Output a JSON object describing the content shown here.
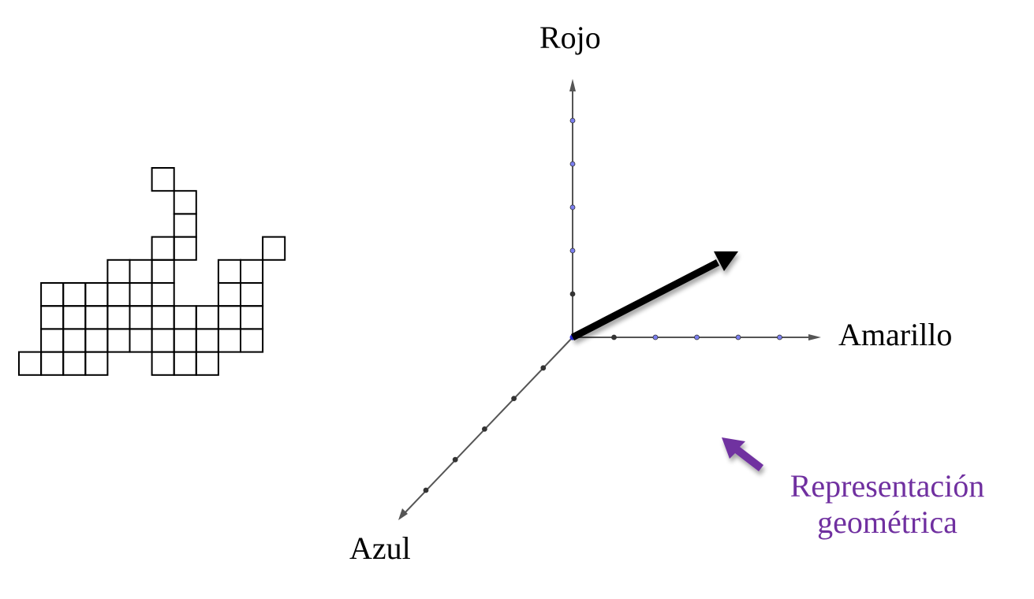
{
  "axes": {
    "vertical_label": "Rojo",
    "horizontal_label": "Amarillo",
    "depth_label": "Azul",
    "line_color": "#555555",
    "tick_blue": "#7b7ff0",
    "tick_dark": "#333333",
    "origin_color": "#2a2ad8",
    "rojo_ticks": [
      "dark",
      "blue",
      "blue",
      "blue",
      "blue"
    ],
    "amarillo_ticks": [
      "dark",
      "blue",
      "blue",
      "blue",
      "blue"
    ],
    "azul_ticks": [
      "dark",
      "dark",
      "dark",
      "dark",
      "dark"
    ]
  },
  "vector": {
    "color": "#000000",
    "direction": {
      "amarillo": 4,
      "rojo": 2,
      "azul": 0
    }
  },
  "caption": {
    "line1": "Representación",
    "line2": "geométrica",
    "color": "#7030a0"
  },
  "grid_figure": {
    "stroke": "#000000",
    "rows": [
      [
        6
      ],
      [
        7
      ],
      [
        7
      ],
      [
        6,
        7,
        11
      ],
      [
        4,
        5,
        6,
        9,
        10
      ],
      [
        1,
        2,
        3,
        4,
        5,
        6,
        9,
        10
      ],
      [
        1,
        2,
        3,
        4,
        5,
        6,
        7,
        8,
        9,
        10
      ],
      [
        1,
        2,
        3,
        4,
        5,
        6,
        7,
        8,
        9,
        10
      ],
      [
        0,
        1,
        2,
        3,
        6,
        7,
        8
      ]
    ]
  }
}
